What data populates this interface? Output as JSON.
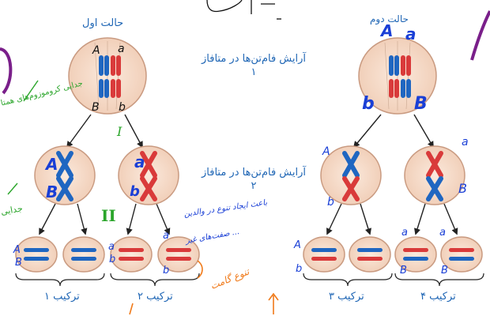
{
  "case_titles": {
    "case1": "حالت اول",
    "case2": "حالت دوم"
  },
  "annotations": {
    "metaphase1": "آرایش فام‌تن‌ها در متافاز ۱",
    "metaphase2": "آرایش فام‌تن‌ها در متافاز ۲"
  },
  "combination_labels": [
    "ترکیب ۱",
    "ترکیب ۲",
    "ترکیب ۳",
    "ترکیب ۴"
  ],
  "division_markers": {
    "first": "I",
    "second": "II"
  },
  "alleles": {
    "A": "A",
    "a": "a",
    "B": "B",
    "b": "b"
  },
  "handwritten_notes": {
    "left_1": "جدایی کروموزوم‌های همتا",
    "left_2": "جدایی",
    "middle_1": "باعث ایجاد تنوع در والدین",
    "middle_2": "صفت‌های غیر ...",
    "bottom": "تنوع گامت",
    "top": "آرایش"
  },
  "colors": {
    "cell_fill": "#f4d9c8",
    "cell_stroke": "#c99a80",
    "blue_chromosome": "#1f66c1",
    "red_chromosome": "#d93a3a",
    "label_blue": "#1f66b5",
    "green_marker": "#2aa52a",
    "orange_note": "#f07a1a",
    "purple_mark": "#7a1f8a",
    "handwriting_blue": "#1a3fd6"
  }
}
